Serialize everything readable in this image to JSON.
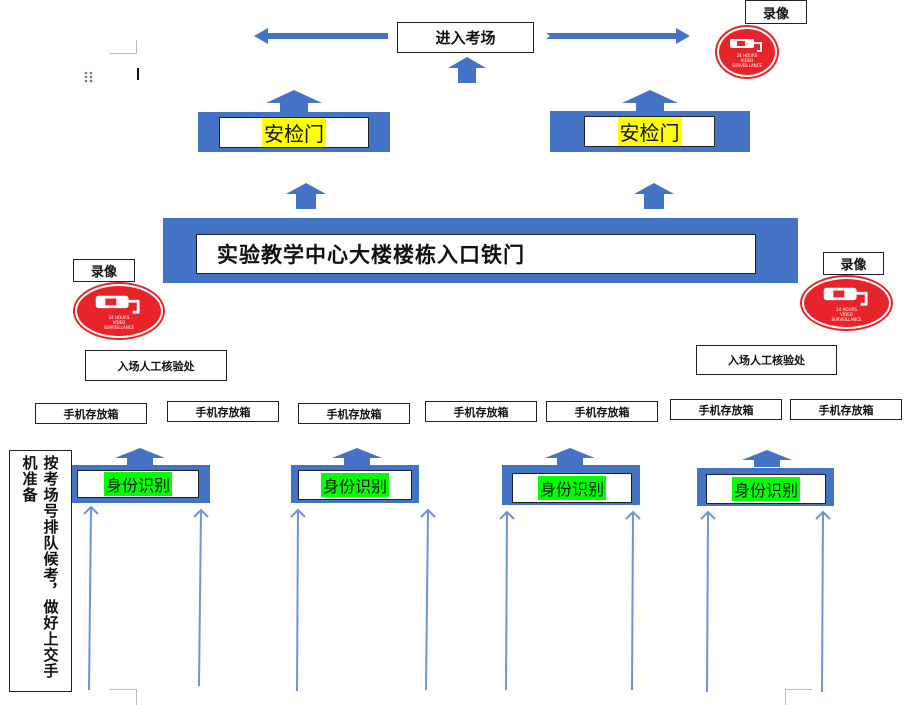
{
  "diagram": {
    "top": {
      "enter_exam_room": "进入考场"
    },
    "recording_label": "录像",
    "camera_sign_text": [
      "24 HOURS",
      "VIDEO",
      "SURVEILLANCE"
    ],
    "security_gates": [
      {
        "label": "安检门"
      },
      {
        "label": "安检门"
      }
    ],
    "building_entrance": "实验教学中心大楼楼栋入口铁门",
    "manual_check": [
      {
        "label": "入场人工核验处"
      },
      {
        "label": "入场人工核验处"
      }
    ],
    "phone_storage": [
      {
        "label": "手机存放箱"
      },
      {
        "label": "手机存放箱"
      },
      {
        "label": "手机存放箱"
      },
      {
        "label": "手机存放箱"
      },
      {
        "label": "手机存放箱"
      },
      {
        "label": "手机存放箱"
      },
      {
        "label": "手机存放箱"
      }
    ],
    "id_check": [
      {
        "label": "身份识别"
      },
      {
        "label": "身份识别"
      },
      {
        "label": "身份识别"
      },
      {
        "label": "身份识别"
      }
    ],
    "queue_instruction": "按考场号排队候考，做好上交手机准备",
    "colors": {
      "flow_blue": "#4472c4",
      "highlight_yellow": "#ffff00",
      "highlight_green": "#00ff00",
      "camera_red": "#e8242b"
    }
  }
}
